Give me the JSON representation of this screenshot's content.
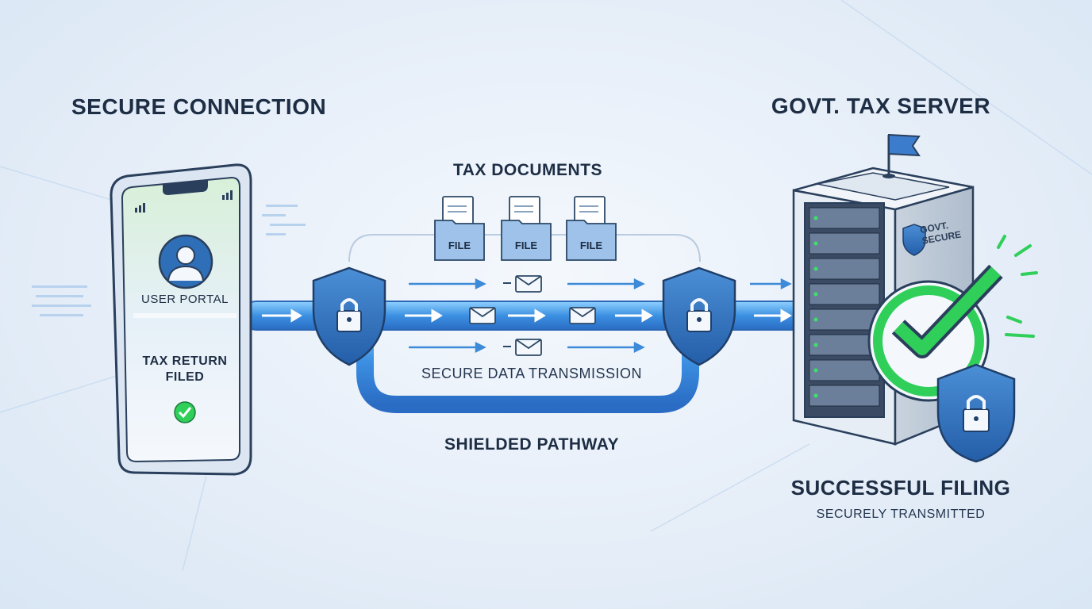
{
  "texts": {
    "left_title": "SECURE CONNECTION",
    "right_title": "GOVT. TAX SERVER",
    "tax_documents": "TAX DOCUMENTS",
    "secure_transmission": "SECURE DATA TRANSMISSION",
    "shielded_pathway": "SHIELDED PATHWAY",
    "success_title": "SUCCESSFUL FILING",
    "success_subtitle": "SECURELY TRANSMITTED",
    "user_portal": "USER PORTAL",
    "tax_return_filed": "TAX RETURN FILED",
    "server_badge": "GOVT. SECURE"
  },
  "files": [
    "FILE",
    "FILE",
    "FILE"
  ],
  "colors": {
    "navy": "#1d2d44",
    "pipe_blue": "#3a8de0",
    "shield_blue": "#2f6fb8",
    "success_green": "#2fcf5a"
  },
  "icons": [
    "phone-icon",
    "user-avatar-icon",
    "check-icon",
    "shield-lock-icon",
    "envelope-icon",
    "file-folder-icon",
    "server-icon",
    "flag-icon",
    "success-check-icon"
  ]
}
